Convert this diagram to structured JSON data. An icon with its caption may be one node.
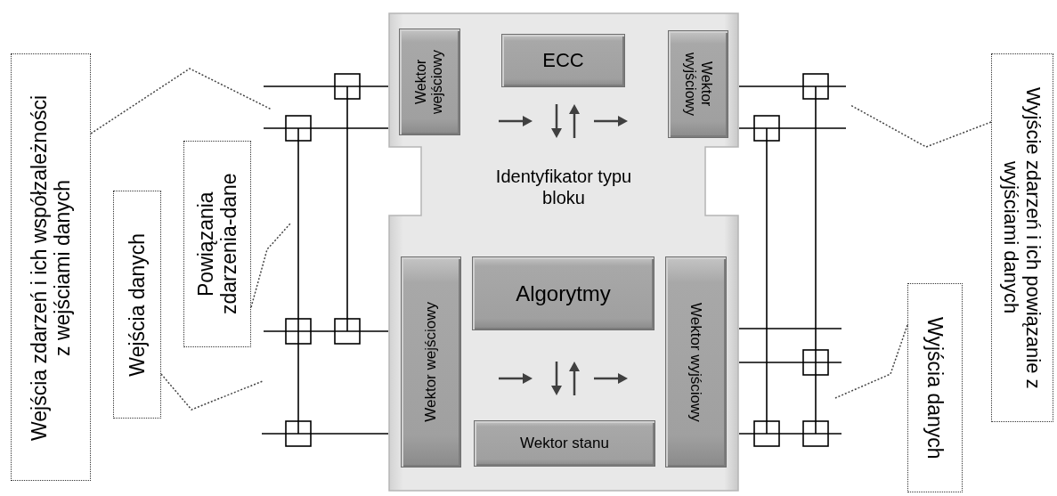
{
  "diagram": {
    "nodes": [
      {
        "text": [
          "Wejścia zdarzeń i ich współzależności z wejściami danych"
        ]
      },
      {
        "text": [
          "Wejścia danych"
        ]
      },
      {
        "text": [
          "Powiązania zdarzenia-dane"
        ]
      },
      {
        "text": [
          "Identyfikator typu bloku"
        ]
      },
      {
        "text": [
          "Wektor wejściowy"
        ],
        "in": 3
      },
      {
        "text": [
          "ECC"
        ],
        "in": 3
      },
      {
        "text": [
          "Wektor wyjściowy"
        ],
        "in": 3
      },
      {
        "text": [
          "Wektor wejściowy"
        ],
        "in": 3
      },
      {
        "text": [
          "Algorytmy"
        ],
        "in": 3
      },
      {
        "text": [
          "Wektor stanu"
        ],
        "in": 3
      },
      {
        "text": [
          "Wektor wyjściowy"
        ],
        "in": 3
      },
      {
        "text": [
          "Wyjście zdarzeń i ich powiązanie z wyjściami danych"
        ]
      },
      {
        "text": [
          "Wyjścia danych"
        ]
      }
    ],
    "edges": [
      {
        "from": 0,
        "to": null,
        "arrow": "none",
        "style": "dashed"
      },
      {
        "from": 1,
        "to": null,
        "arrow": "none",
        "style": "dashed"
      },
      {
        "from": 2,
        "to": null,
        "arrow": "none",
        "style": "dashed"
      },
      {
        "from": 11,
        "to": null,
        "arrow": "none",
        "style": "dashed"
      },
      {
        "from": 12,
        "to": null,
        "arrow": "none",
        "style": "dashed"
      }
    ]
  }
}
